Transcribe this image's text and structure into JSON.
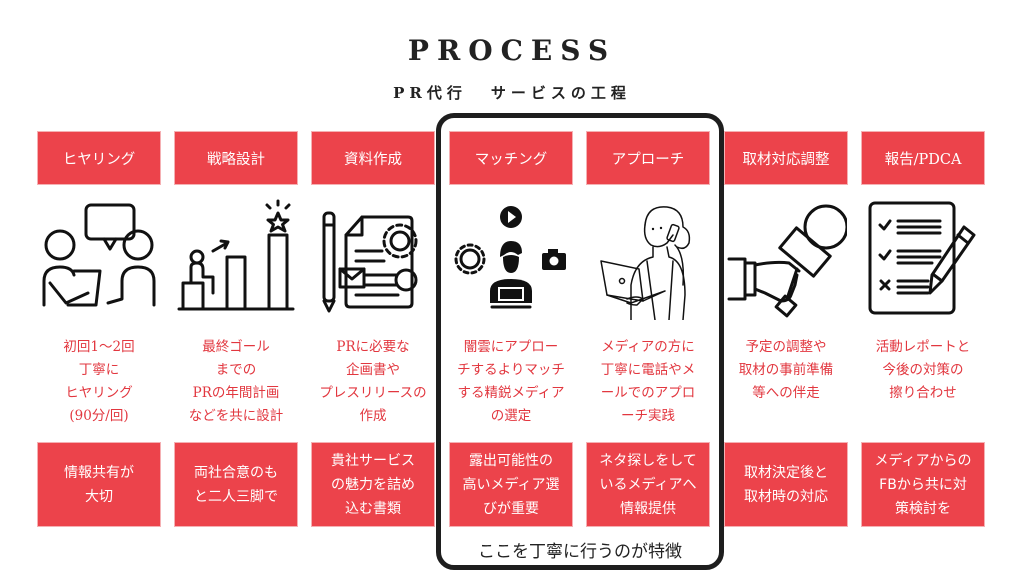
{
  "header": {
    "title": "PROCESS",
    "subtitle_left": "PR代行",
    "subtitle_right": "サービスの工程"
  },
  "highlight": {
    "caption": "ここを丁寧に行うのが特徴",
    "covers_steps": [
      4,
      5
    ]
  },
  "colors": {
    "accent_red": "#ec434b",
    "desc_text_red": "#e2373f",
    "frame_black": "#1e1e1e"
  },
  "steps": [
    {
      "label": "ヒヤリング",
      "icon": "conversation-icon",
      "description": "初回1〜2回\n丁寧に\nヒヤリング\n(90分/回)",
      "point": "情報共有が\n大切"
    },
    {
      "label": "戦略設計",
      "icon": "growth-chart-icon",
      "description": "最終ゴール\nまでの\nPRの年間計画\nなどを共に設計",
      "point": "両社合意のも\nと二人三脚で"
    },
    {
      "label": "資料作成",
      "icon": "document-creation-icon",
      "description": "PRに必要な\n企画書や\nプレスリリースの\n作成",
      "point": "貴社サービス\nの魅力を詰め\n込む書類"
    },
    {
      "label": "マッチング",
      "icon": "media-matching-icon",
      "description": "闇雲にアプロー\nチするよりマッチ\nする精鋭メディア\nの選定",
      "point": "露出可能性の\n高いメディア選\nびが重要"
    },
    {
      "label": "アプローチ",
      "icon": "woman-phone-laptop-icon",
      "description": "メディアの方に\n丁寧に電話やメ\nールでのアプロ\nーチ実践",
      "point": "ネタ探しをして\nいるメディアへ\n情報提供"
    },
    {
      "label": "取材対応調整",
      "icon": "microphone-hand-icon",
      "description": "予定の調整や\n取材の事前準備\n等への伴走",
      "point": "取材決定後と\n取材時の対応"
    },
    {
      "label": "報告/PDCA",
      "icon": "checklist-pencil-icon",
      "description": "活動レポートと\n今後の対策の\n擦り合わせ",
      "point": "メディアからの\nFBから共に対\n策検討を"
    }
  ]
}
